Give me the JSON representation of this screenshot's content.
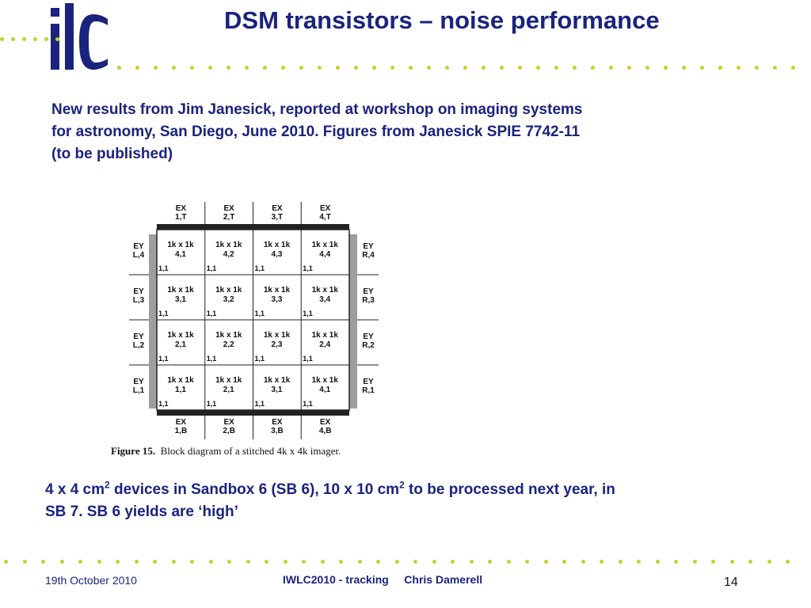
{
  "header": {
    "logo_text": "ilc",
    "title": "DSM transistors – noise performance"
  },
  "intro": {
    "line1": "New results from Jim Janesick, reported at workshop on imaging systems",
    "line2": "for astronomy, San Diego, June 2010. Figures from Janesick SPIE 7742-11",
    "line3": "(to be published)"
  },
  "figure": {
    "caption_label": "Figure 15.",
    "caption_text": "Block diagram of a stitched 4k x 4k imager.",
    "top_labels": [
      "EX\n1,T",
      "EX\n2,T",
      "EX\n3,T",
      "EX\n4,T"
    ],
    "bottom_labels": [
      "EX\n1,B",
      "EX\n2,B",
      "EX\n3,B",
      "EX\n4,B"
    ],
    "left_labels": [
      "EY\nL,4",
      "EY\nL,3",
      "EY\nL,2",
      "EY\nL,1"
    ],
    "right_labels": [
      "EY\nR,4",
      "EY\nR,3",
      "EY\nR,2",
      "EY\nR,1"
    ],
    "cell_size": "1k x 1k",
    "corner_label": "1,1",
    "grid": [
      [
        "4,1",
        "4,2",
        "4,3",
        "4,4"
      ],
      [
        "3,1",
        "3,2",
        "3,3",
        "3,4"
      ],
      [
        "2,1",
        "2,2",
        "2,3",
        "2,4"
      ],
      [
        "1,1",
        "2,1",
        "3,1",
        "4,1"
      ]
    ]
  },
  "note": {
    "part1": "4 x 4 cm",
    "sup1": "2",
    "part2": " devices in Sandbox 6 (SB 6), 10 x 10 cm",
    "sup2": "2",
    "part3": " to be processed next year, in",
    "line2": "SB 7.  SB 6 yields are ‘high’"
  },
  "footer": {
    "date": "19th October 2010",
    "event": "IWLC2010 - tracking",
    "author": "Chris Damerell",
    "page": "14"
  },
  "colors": {
    "title": "#1a237e",
    "dots": "#c8d02a",
    "logo": "#1a237e"
  }
}
